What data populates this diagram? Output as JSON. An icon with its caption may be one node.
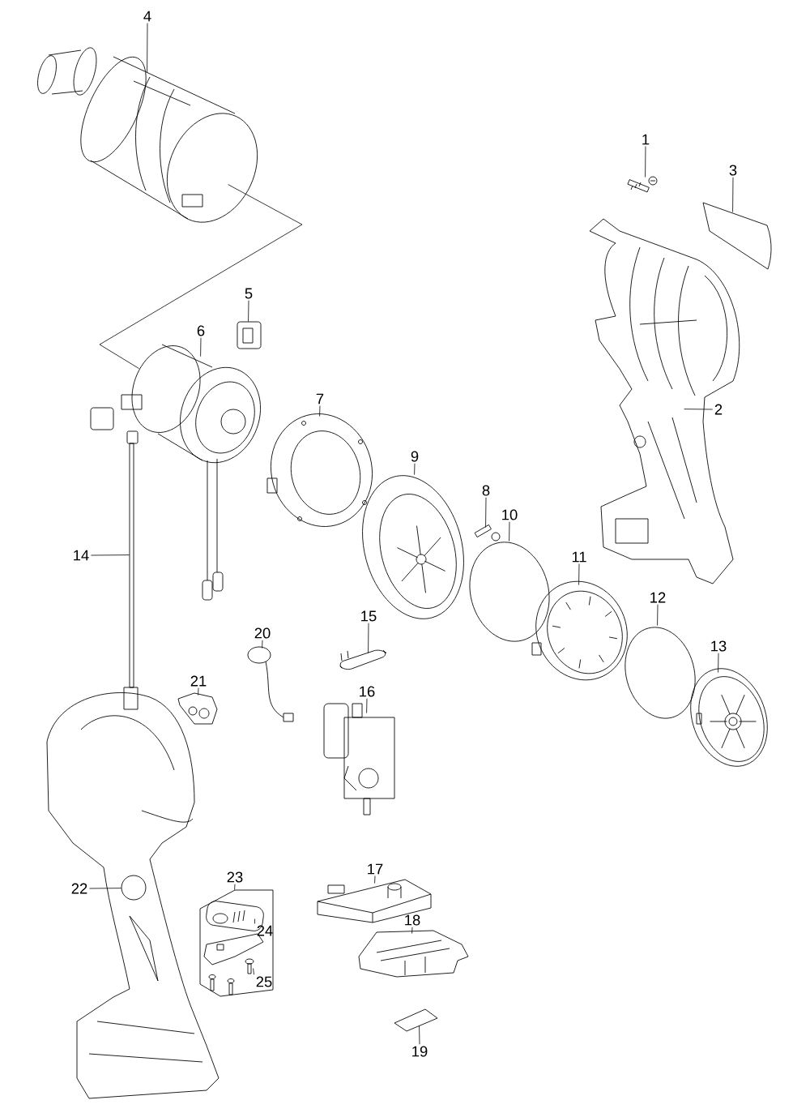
{
  "diagram": {
    "nodes": [
      {
        "text": [
          "1"
        ]
      },
      {
        "text": [
          "2"
        ]
      },
      {
        "text": [
          "3"
        ]
      },
      {
        "text": [
          "4"
        ]
      },
      {
        "text": [
          "5"
        ]
      },
      {
        "text": [
          "6"
        ]
      },
      {
        "text": [
          "7"
        ]
      },
      {
        "text": [
          "8"
        ]
      },
      {
        "text": [
          "9"
        ]
      },
      {
        "text": [
          "10"
        ]
      },
      {
        "text": [
          "11"
        ]
      },
      {
        "text": [
          "12"
        ]
      },
      {
        "text": [
          "13"
        ]
      },
      {
        "text": [
          "14"
        ]
      },
      {
        "text": [
          "15"
        ]
      },
      {
        "text": [
          "16"
        ]
      },
      {
        "text": [
          "17"
        ]
      },
      {
        "text": [
          "18"
        ]
      },
      {
        "text": [
          "19"
        ]
      },
      {
        "text": [
          "20"
        ]
      },
      {
        "text": [
          "21"
        ]
      },
      {
        "text": [
          "22"
        ]
      },
      {
        "text": [
          "23"
        ]
      },
      {
        "text": [
          "24"
        ],
        "in": 47
      },
      {
        "text": [
          "25"
        ],
        "in": 47
      },
      {
        "text": [],
        "shape": "picture"
      },
      {
        "text": [],
        "shape": "picture"
      },
      {
        "text": [],
        "shape": "picture"
      },
      {
        "text": [],
        "shape": "picture"
      },
      {
        "text": [],
        "shape": "picture"
      },
      {
        "text": [],
        "shape": "picture"
      },
      {
        "text": [],
        "shape": "picture"
      },
      {
        "text": [],
        "shape": "picture"
      },
      {
        "text": [],
        "shape": "picture"
      },
      {
        "text": [],
        "shape": "circle"
      },
      {
        "text": [],
        "shape": "picture"
      },
      {
        "text": [],
        "shape": "circle"
      },
      {
        "text": [],
        "shape": "picture"
      },
      {
        "text": [],
        "shape": "picture"
      },
      {
        "text": [],
        "shape": "picture"
      },
      {
        "text": [],
        "shape": "picture"
      },
      {
        "text": [],
        "shape": "picture"
      },
      {
        "text": [],
        "shape": "picture"
      },
      {
        "text": [],
        "shape": "picture"
      },
      {
        "text": [],
        "shape": "picture"
      },
      {
        "text": [],
        "shape": "picture"
      },
      {
        "text": [],
        "shape": "picture"
      },
      {
        "text": [],
        "shape": "box"
      },
      {
        "text": [],
        "shape": "picture",
        "in": 47
      },
      {
        "text": [],
        "shape": "picture",
        "in": 47
      }
    ],
    "edges": [
      {
        "from": 0,
        "to": 25,
        "arrow": "none"
      },
      {
        "from": 1,
        "to": 26,
        "arrow": "none"
      },
      {
        "from": 2,
        "to": 27,
        "arrow": "none"
      },
      {
        "from": 3,
        "to": 28,
        "arrow": "none"
      },
      {
        "from": 4,
        "to": 29,
        "arrow": "none"
      },
      {
        "from": 5,
        "to": 30,
        "arrow": "none"
      },
      {
        "from": 6,
        "to": 31,
        "arrow": "none"
      },
      {
        "from": 7,
        "to": 32,
        "arrow": "none"
      },
      {
        "from": 8,
        "to": 33,
        "arrow": "none"
      },
      {
        "from": 9,
        "to": 34,
        "arrow": "none"
      },
      {
        "from": 10,
        "to": 35,
        "arrow": "none"
      },
      {
        "from": 11,
        "to": 36,
        "arrow": "none"
      },
      {
        "from": 12,
        "to": 37,
        "arrow": "none"
      },
      {
        "from": 13,
        "to": 38,
        "arrow": "none"
      },
      {
        "from": 14,
        "to": 39,
        "arrow": "none"
      },
      {
        "from": 15,
        "to": 40,
        "arrow": "none"
      },
      {
        "from": 16,
        "to": 41,
        "arrow": "none"
      },
      {
        "from": 17,
        "to": 42,
        "arrow": "none"
      },
      {
        "from": 18,
        "to": 43,
        "arrow": "none"
      },
      {
        "from": 19,
        "to": 44,
        "arrow": "none"
      },
      {
        "from": 20,
        "to": 45,
        "arrow": "none"
      },
      {
        "from": 21,
        "to": 46,
        "arrow": "none"
      },
      {
        "from": 22,
        "to": 47,
        "arrow": "none"
      },
      {
        "from": 23,
        "to": 48,
        "arrow": "none"
      },
      {
        "from": 24,
        "to": 49,
        "arrow": "none"
      },
      {
        "from": 28,
        "to": 30,
        "arrow": "none"
      }
    ]
  }
}
